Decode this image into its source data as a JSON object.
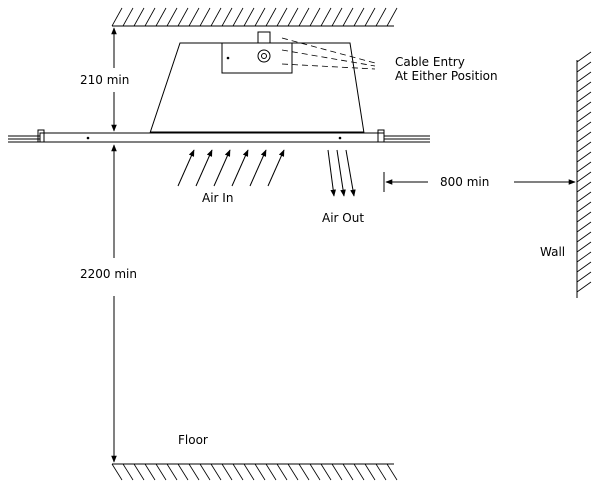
{
  "labels": {
    "cable_entry_line1": "Cable Entry",
    "cable_entry_line2": "At Either Position",
    "dim_top": "210 min",
    "dim_height": "2200 min",
    "dim_wall": "800 min",
    "air_in": "Air In",
    "air_out": "Air Out",
    "wall": "Wall",
    "floor": "Floor"
  }
}
